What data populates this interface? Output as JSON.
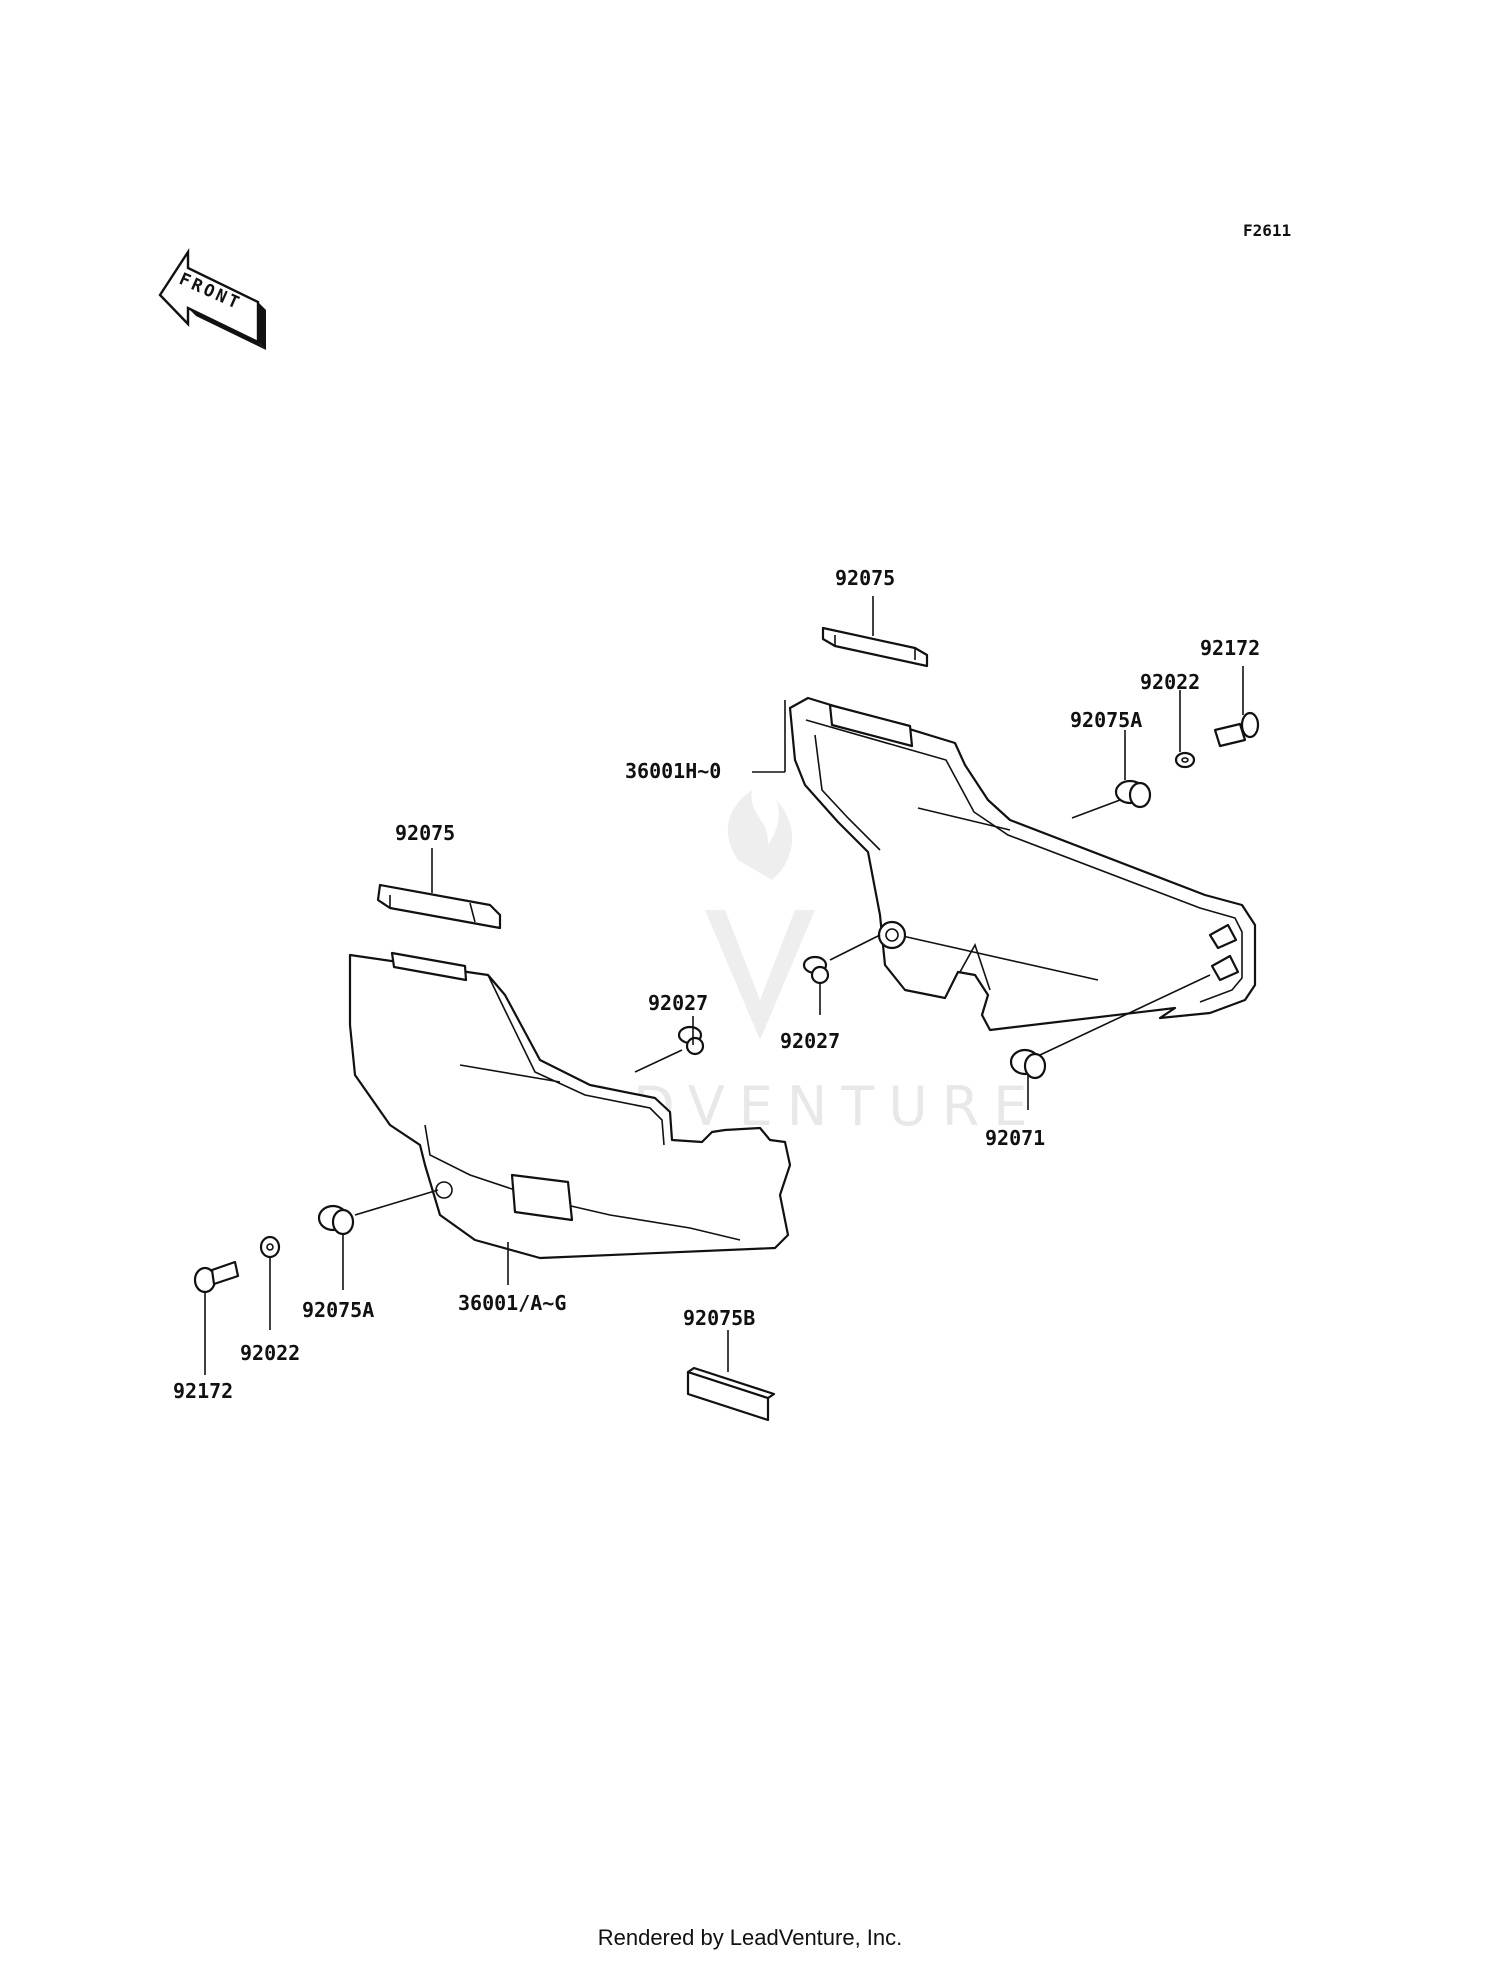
{
  "figure_code": "F2611",
  "front_label": "FRONT",
  "watermark": "LEADVENTURE",
  "footer": "Rendered by LeadVenture, Inc.",
  "labels": {
    "upper_strip_right": "92075",
    "bolt_right": "92172",
    "washer_right": "92022",
    "grommet_right": "92075A",
    "cover_right": "36001H~0",
    "upper_strip_left": "92075",
    "collar_left": "92027",
    "collar_right": "92027",
    "grommet_lower_right": "92071",
    "grommet_left": "92075A",
    "cover_left": "36001/A~G",
    "pad": "92075B",
    "washer_left": "92022",
    "bolt_left": "92172"
  }
}
